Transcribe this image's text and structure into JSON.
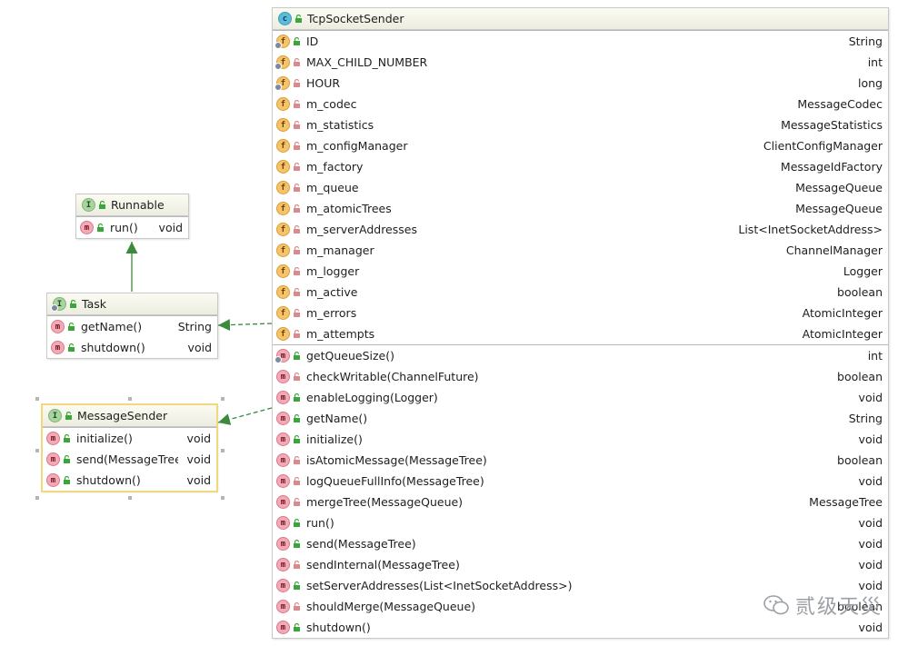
{
  "colors": {
    "class_badge": "#5bbcd9",
    "interface_badge": "#a9d4a1",
    "field_badge": "#f6c36b",
    "method_badge": "#f4a9b5",
    "public_visibility": "#3aa63a",
    "private_visibility": "#d98a8a",
    "connector": "#3c8a3c"
  },
  "runnable": {
    "badge": "I",
    "title": "Runnable",
    "methods": [
      {
        "badge": "m",
        "name": "run()",
        "type": "void",
        "visibility": "public"
      }
    ]
  },
  "task": {
    "badge": "I",
    "title": "Task",
    "methods": [
      {
        "badge": "m",
        "name": "getName()",
        "type": "String",
        "visibility": "public"
      },
      {
        "badge": "m",
        "name": "shutdown()",
        "type": "void",
        "visibility": "public"
      }
    ]
  },
  "message_sender": {
    "badge": "I",
    "title": "MessageSender",
    "methods": [
      {
        "badge": "m",
        "name": "initialize()",
        "type": "void",
        "visibility": "public"
      },
      {
        "badge": "m",
        "name": "send(MessageTree)",
        "type": "void",
        "visibility": "public"
      },
      {
        "badge": "m",
        "name": "shutdown()",
        "type": "void",
        "visibility": "public"
      }
    ]
  },
  "tcp_socket_sender": {
    "badge": "c",
    "title": "TcpSocketSender",
    "fields": [
      {
        "badge": "f",
        "name": "ID",
        "type": "String",
        "visibility": "public",
        "static": true
      },
      {
        "badge": "f",
        "name": "MAX_CHILD_NUMBER",
        "type": "int",
        "visibility": "private",
        "static": true
      },
      {
        "badge": "f",
        "name": "HOUR",
        "type": "long",
        "visibility": "private",
        "static": true
      },
      {
        "badge": "f",
        "name": "m_codec",
        "type": "MessageCodec",
        "visibility": "private",
        "static": false
      },
      {
        "badge": "f",
        "name": "m_statistics",
        "type": "MessageStatistics",
        "visibility": "private",
        "static": false
      },
      {
        "badge": "f",
        "name": "m_configManager",
        "type": "ClientConfigManager",
        "visibility": "private",
        "static": false
      },
      {
        "badge": "f",
        "name": "m_factory",
        "type": "MessageIdFactory",
        "visibility": "private",
        "static": false
      },
      {
        "badge": "f",
        "name": "m_queue",
        "type": "MessageQueue",
        "visibility": "private",
        "static": false
      },
      {
        "badge": "f",
        "name": "m_atomicTrees",
        "type": "MessageQueue",
        "visibility": "private",
        "static": false
      },
      {
        "badge": "f",
        "name": "m_serverAddresses",
        "type": "List<InetSocketAddress>",
        "visibility": "private",
        "static": false
      },
      {
        "badge": "f",
        "name": "m_manager",
        "type": "ChannelManager",
        "visibility": "private",
        "static": false
      },
      {
        "badge": "f",
        "name": "m_logger",
        "type": "Logger",
        "visibility": "private",
        "static": false
      },
      {
        "badge": "f",
        "name": "m_active",
        "type": "boolean",
        "visibility": "private",
        "static": false
      },
      {
        "badge": "f",
        "name": "m_errors",
        "type": "AtomicInteger",
        "visibility": "private",
        "static": false
      },
      {
        "badge": "f",
        "name": "m_attempts",
        "type": "AtomicInteger",
        "visibility": "private",
        "static": false
      }
    ],
    "methods": [
      {
        "badge": "m",
        "name": "getQueueSize()",
        "type": "int",
        "visibility": "public",
        "static": true
      },
      {
        "badge": "m",
        "name": "checkWritable(ChannelFuture)",
        "type": "boolean",
        "visibility": "private",
        "static": false
      },
      {
        "badge": "m",
        "name": "enableLogging(Logger)",
        "type": "void",
        "visibility": "public",
        "static": false
      },
      {
        "badge": "m",
        "name": "getName()",
        "type": "String",
        "visibility": "public",
        "static": false
      },
      {
        "badge": "m",
        "name": "initialize()",
        "type": "void",
        "visibility": "public",
        "static": false
      },
      {
        "badge": "m",
        "name": "isAtomicMessage(MessageTree)",
        "type": "boolean",
        "visibility": "private",
        "static": false
      },
      {
        "badge": "m",
        "name": "logQueueFullInfo(MessageTree)",
        "type": "void",
        "visibility": "private",
        "static": false
      },
      {
        "badge": "m",
        "name": "mergeTree(MessageQueue)",
        "type": "MessageTree",
        "visibility": "private",
        "static": false
      },
      {
        "badge": "m",
        "name": "run()",
        "type": "void",
        "visibility": "public",
        "static": false
      },
      {
        "badge": "m",
        "name": "send(MessageTree)",
        "type": "void",
        "visibility": "public",
        "static": false
      },
      {
        "badge": "m",
        "name": "sendInternal(MessageTree)",
        "type": "void",
        "visibility": "private",
        "static": false
      },
      {
        "badge": "m",
        "name": "setServerAddresses(List<InetSocketAddress>)",
        "type": "void",
        "visibility": "public",
        "static": false
      },
      {
        "badge": "m",
        "name": "shouldMerge(MessageQueue)",
        "type": "boolean",
        "visibility": "private",
        "static": false
      },
      {
        "badge": "m",
        "name": "shutdown()",
        "type": "void",
        "visibility": "public",
        "static": false
      }
    ]
  },
  "watermark": {
    "text": "贰级天災"
  }
}
